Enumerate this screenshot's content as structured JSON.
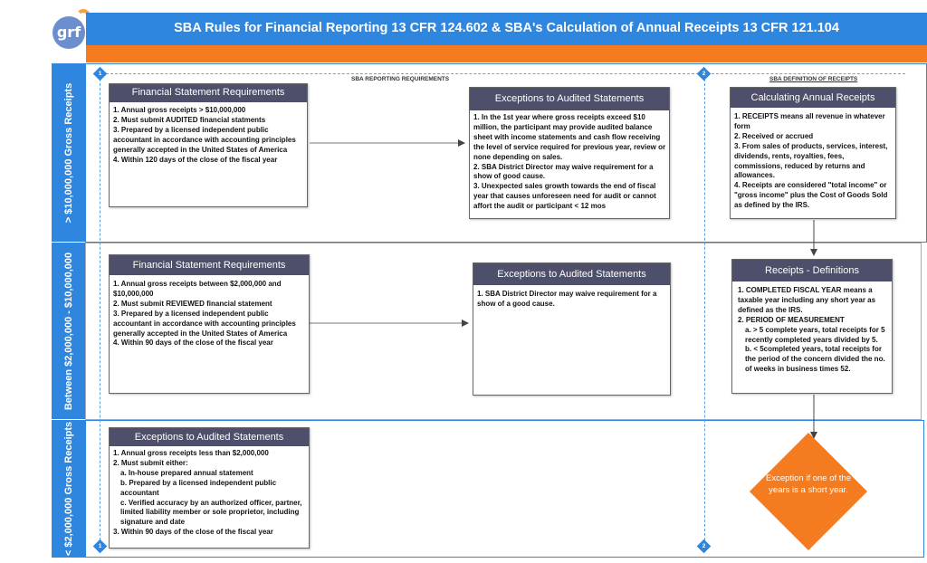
{
  "header": {
    "title": "SBA Rules for Financial Reporting 13 CFR 124.602 & SBA's Calculation of Annual Receipts 13 CFR 121.104"
  },
  "logo": {
    "text": "grf"
  },
  "lanes": [
    {
      "label": "> $10,000,000 Gross Receipts"
    },
    {
      "label": "Between $2,000,000 - $10,000,000"
    },
    {
      "label": "< $2,000,000 Gross Receipts"
    }
  ],
  "sections": {
    "reporting": "SBA REPORTING REQUIREMENTS",
    "definition": "SBA DEFINITION OF RECEIPTS"
  },
  "markers": {
    "one": "1",
    "two": "2"
  },
  "cards": {
    "fsr1": {
      "title": "Financial Statement Requirements",
      "lines": [
        "1. Annual gross receipts > $10,000,000",
        "2. Must submit AUDITED financial statments",
        "3. Prepared by a licensed independent public accountant in accordance with accounting principles generally accepted in the United States of America",
        "4. Within 120 days of the close of the fiscal year"
      ]
    },
    "exc1": {
      "title": "Exceptions to Audited Statements",
      "lines": [
        "1. In the 1st year where gross receipts exceed $10 million, the participant may provide audited balance sheet with income statements and cash flow receiving the level of service required for previous year, review or none depending on sales.",
        "2. SBA District Director may waive requirement for a show of good cause.",
        "3. Unexpected sales growth towards the end of fiscal year that causes unforeseen need for audit or cannot affort the audit or participant < 12 mos"
      ]
    },
    "calc": {
      "title": "Calculating Annual Receipts",
      "lines": [
        "1. RECEIPTS means all revenue in whatever form",
        "2. Received or accrued",
        "3. From sales of products, services, interest, dividends, rents, royalties, fees, commissions, reduced by returns and allowances.",
        "4. Receipts are considered \"total income\" or \"gross income\" plus the Cost of Goods Sold as defined by the IRS."
      ]
    },
    "fsr2": {
      "title": "Financial Statement Requirements",
      "lines": [
        "1. Annual gross receipts between $2,000,000 and $10,000,000",
        "2. Must submit REVIEWED financial statement",
        "3. Prepared by a licensed independent public accountant in accordance with accounting principles generally accepted in the United States of America",
        "4. Within 90 days of the close of the fiscal year"
      ]
    },
    "exc2": {
      "title": "Exceptions to Audited Statements",
      "lines": [
        "1. SBA District Director may waive requirement for a show of a good cause."
      ]
    },
    "defs": {
      "title": "Receipts - Definitions",
      "lines": [
        "1. COMPLETED FISCAL YEAR means a taxable year including any short year as defined as the IRS.",
        "2. PERIOD OF MEASUREMENT",
        "a. > 5 complete years, total receipts for 5 recently completed years divided by 5.",
        "b. < 5completed years, total receipts for the period of the concern divided the no. of weeks in business times 52."
      ]
    },
    "exc3": {
      "title": "Exceptions to Audited Statements",
      "lines": [
        "1. Annual gross receipts less than $2,000,000",
        "2. Must submit either:",
        "a. In-house prepared annual statement",
        "b. Prepared by a licensed independent public accountant",
        "c. Verified accuracy by an authorized officer, partner, limited liability member or sole proprietor, including signature and date",
        "3. Within 90 days of the close of the fiscal year"
      ]
    }
  },
  "decision": {
    "text": "Exception if one of the years is a short year."
  },
  "colors": {
    "blue": "#2e86de",
    "orange": "#f47b20",
    "card_header": "#4d4f6b"
  }
}
